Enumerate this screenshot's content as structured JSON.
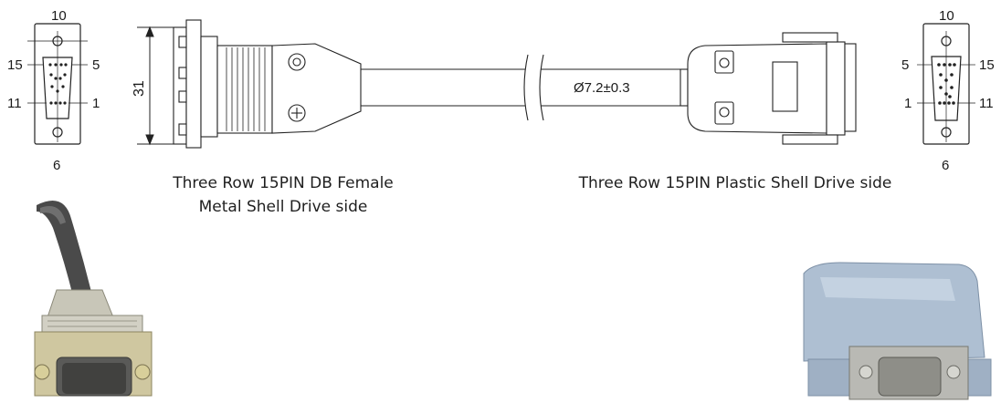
{
  "female_face": {
    "top": "10",
    "left_upper": "15",
    "right_upper": "5",
    "left_lower": "11",
    "right_lower": "1",
    "bottom": "6"
  },
  "male_face": {
    "top": "10",
    "left_upper": "5",
    "right_upper": "15",
    "left_lower": "1",
    "right_lower": "11",
    "bottom": "6"
  },
  "dimensions": {
    "height": "31",
    "diameter": "Ø7.2±0.3"
  },
  "captions": {
    "left_line1": "Three Row 15PIN DB Female",
    "left_line2": "Metal Shell Drive side",
    "right": "Three Row 15PIN Plastic Shell Drive side"
  }
}
